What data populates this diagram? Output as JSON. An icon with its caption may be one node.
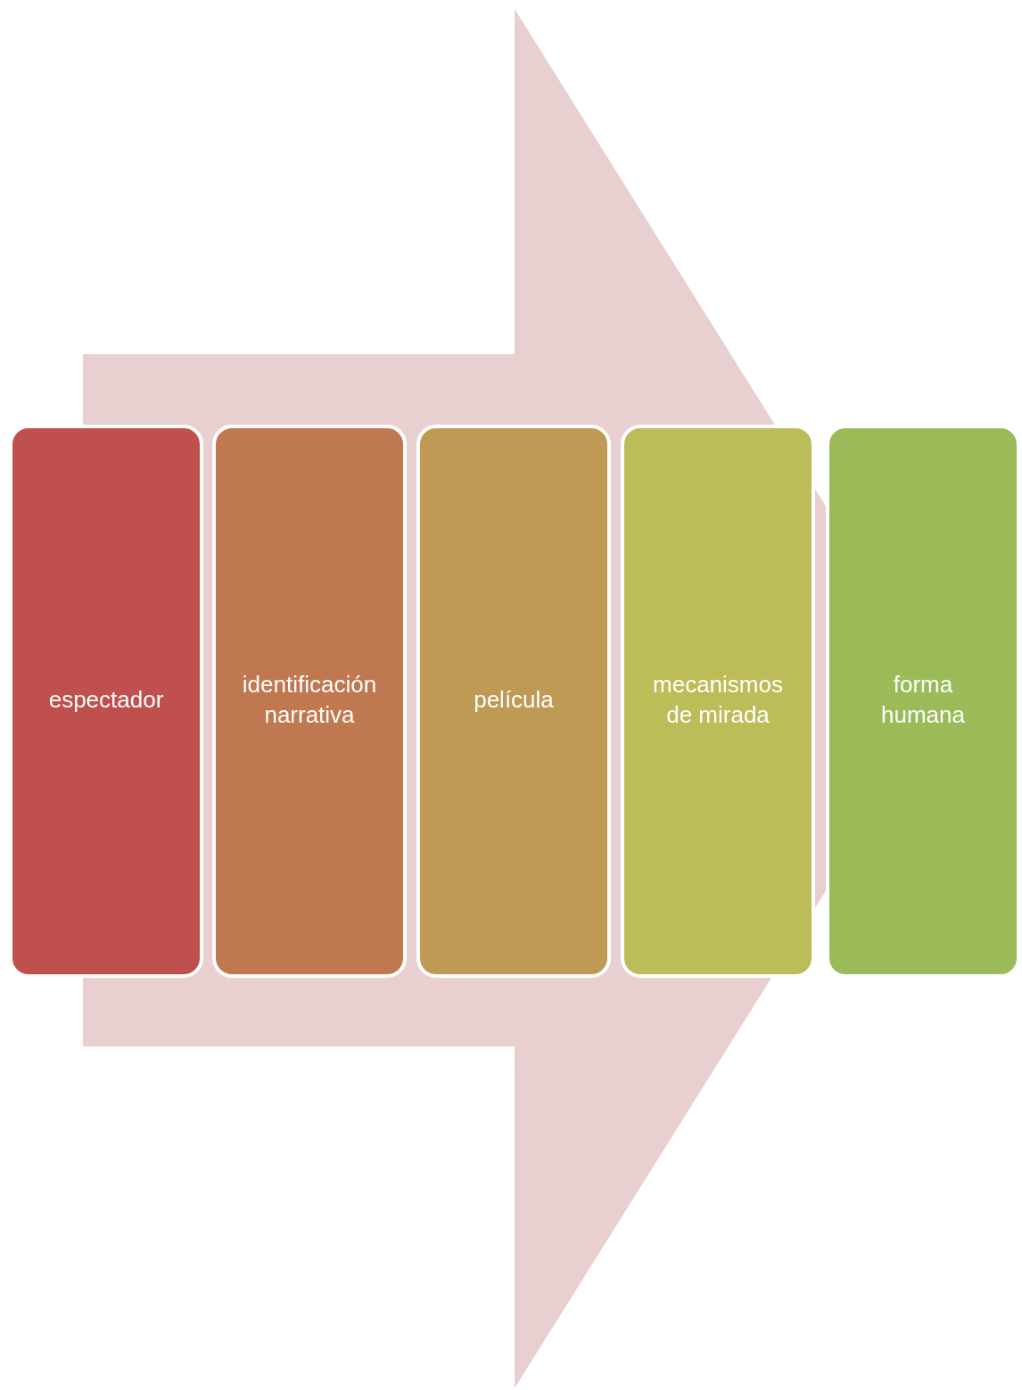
{
  "diagram": {
    "nodes": [
      {
        "text": [
          "espectador"
        ]
      },
      {
        "text": [
          "identificación narrativa"
        ]
      },
      {
        "text": [
          "película"
        ]
      },
      {
        "text": [
          "mecanismos de mirada"
        ]
      },
      {
        "text": [
          "forma humana"
        ]
      }
    ],
    "edges": [
      {
        "from": 0,
        "to": 4,
        "arrow": "to"
      }
    ]
  }
}
